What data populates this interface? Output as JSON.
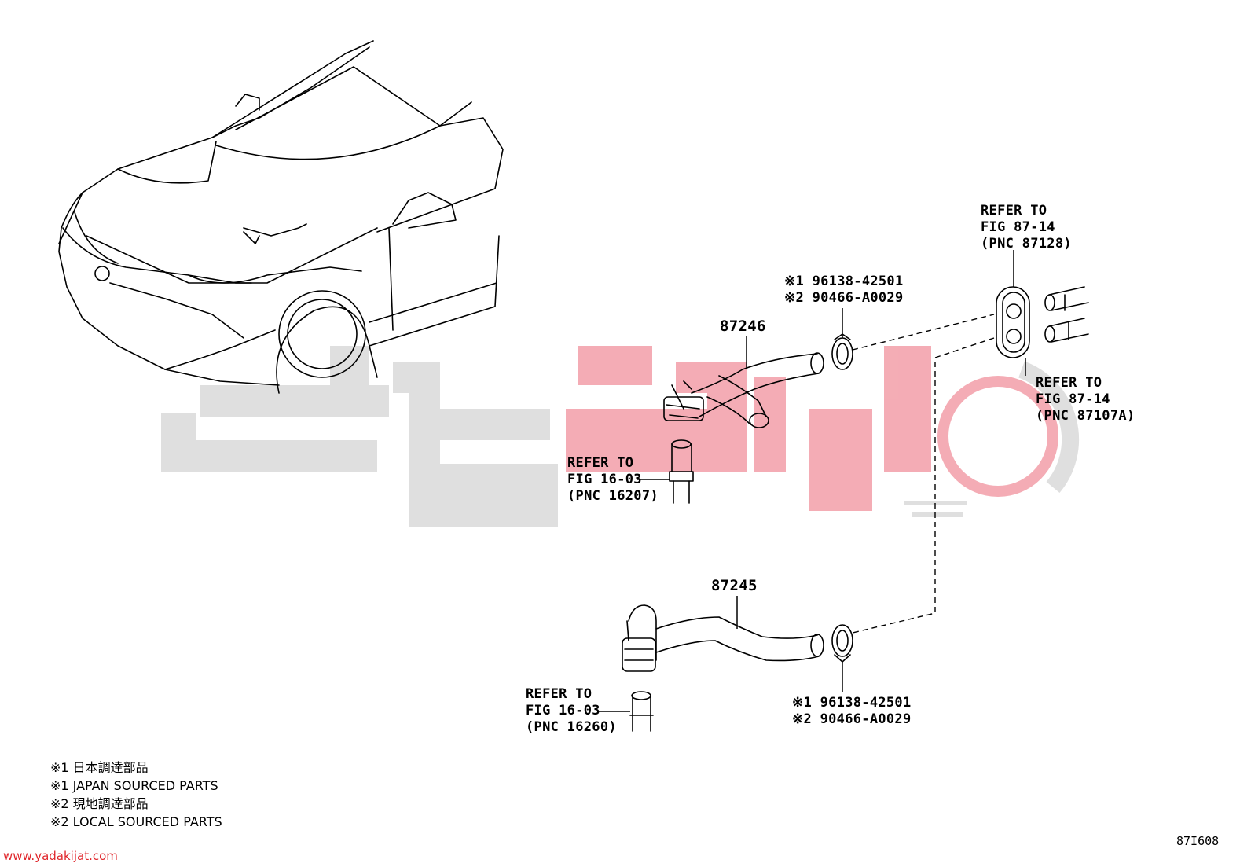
{
  "colors": {
    "watermark_red": "#e8394a",
    "watermark_gray": "#d9d9d9",
    "site_text": "#e0262b"
  },
  "labels": {
    "part_87246": "87246",
    "part_87245": "87245",
    "clip_top": [
      "※1 96138-42501",
      "※2 90466-A0029"
    ],
    "clip_bottom": [
      "※1 96138-42501",
      "※2 90466-A0029"
    ],
    "refer_87128": [
      "REFER TO",
      "FIG 87-14",
      "(PNC 87128)"
    ],
    "refer_87107a": [
      "REFER TO",
      "FIG 87-14",
      "(PNC 87107A)"
    ],
    "refer_16207": [
      "REFER TO",
      "FIG 16-03",
      "(PNC 16207)"
    ],
    "refer_16260": [
      "REFER TO",
      "FIG 16-03",
      "(PNC 16260)"
    ]
  },
  "notes": [
    "※1 日本調達部品",
    "※1 JAPAN SOURCED PARTS",
    "※2 現地調達部品",
    "※2 LOCAL SOURCED PARTS"
  ],
  "figure_id": "87I608",
  "website": "www.yadakijat.com"
}
